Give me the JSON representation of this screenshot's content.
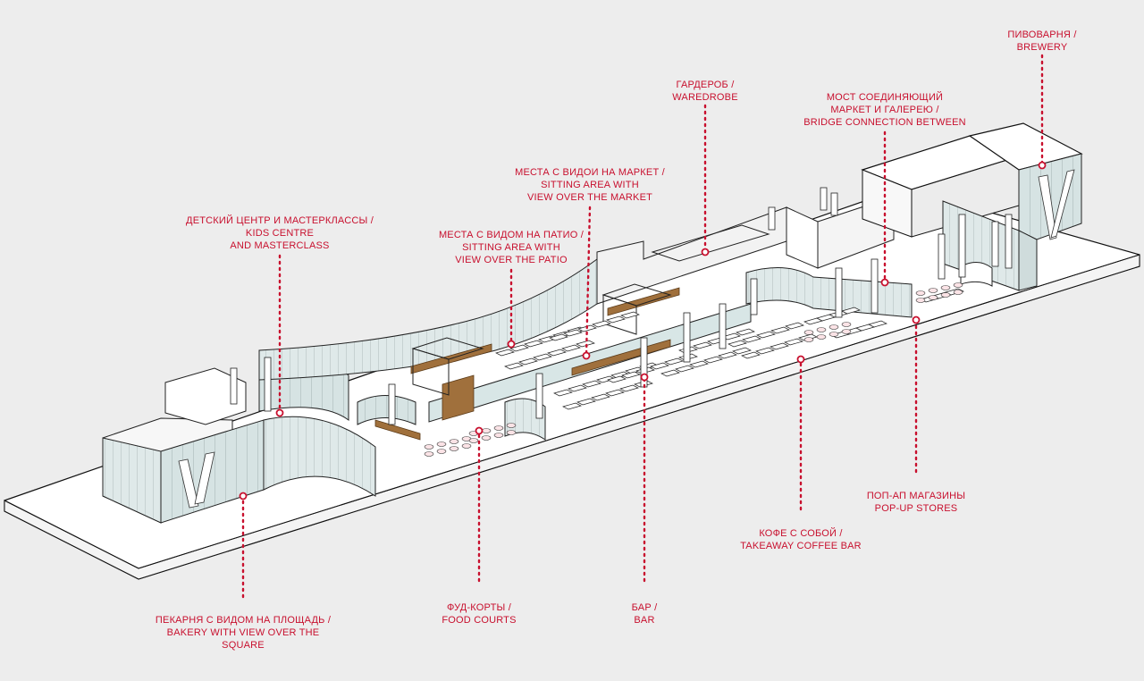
{
  "colors": {
    "accent": "#c8102e",
    "background": "#ededed",
    "slab": "#ffffff",
    "glass": "#dde8e8",
    "wood": "#a0703c",
    "line": "#1a1a1a"
  },
  "labels": {
    "brewery": [
      "ПИВОВАРНЯ /",
      "BREWERY"
    ],
    "waredrobe": [
      "ГАРДЕРОБ /",
      "WAREDROBE"
    ],
    "bridge": [
      "МОСТ СОЕДИНЯЮЩИЙ",
      "МАРКЕТ И ГАЛЕРЕЮ /",
      "BRIDGE CONNECTION BETWEEN"
    ],
    "market_view": [
      "МЕСТА С ВИДОИ НА МАРКЕТ /",
      "SITTING AREA WITH",
      "VIEW OVER THE MARKET"
    ],
    "kids": [
      "ДЕТСКИЙ ЦЕНТР И МАСТЕРКЛАССЫ /",
      "KIDS CENTRE",
      "AND MASTERCLASS"
    ],
    "patio_view": [
      "МЕСТА С ВИДОМ НА ПАТИО /",
      "SITTING AREA WITH",
      "VIEW OVER THE PATIO"
    ],
    "popup": [
      "ПОП-АП МАГАЗИНЫ",
      "POP-UP STORES"
    ],
    "coffee": [
      "КОФЕ С СОБОЙ /",
      "TAKEAWAY COFFEE BAR"
    ],
    "food": [
      "ФУД-КОРТЫ /",
      "FOOD COURTS"
    ],
    "bar": [
      "БАР /",
      "BAR"
    ],
    "bakery": [
      "ПЕКАРНЯ С ВИДОМ НА ПЛОЩАДЬ /",
      "BAKERY WITH VIEW OVER THE",
      "SQUARE"
    ]
  }
}
